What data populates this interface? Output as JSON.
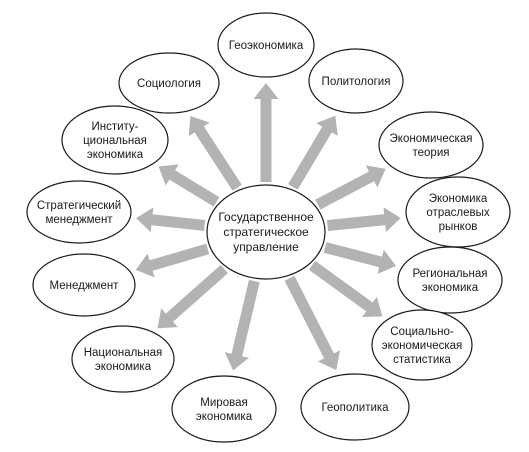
{
  "center": {
    "lines": [
      "Государственное",
      "стратегическое",
      "управление"
    ]
  },
  "nodes": [
    {
      "id": "geoeconomics",
      "lines": [
        "Геоэкономика"
      ]
    },
    {
      "id": "political-science",
      "lines": [
        "Политология"
      ]
    },
    {
      "id": "economic-theory",
      "lines": [
        "Экономическая",
        "теория"
      ]
    },
    {
      "id": "industrial-markets-economics",
      "lines": [
        "Экономика",
        "отраслевых",
        "рынков"
      ]
    },
    {
      "id": "regional-economics",
      "lines": [
        "Региональная",
        "экономика"
      ]
    },
    {
      "id": "socio-economic-statistics",
      "lines": [
        "Социально-",
        "экономическая",
        "статистика"
      ]
    },
    {
      "id": "geopolitics",
      "lines": [
        "Геополитика"
      ]
    },
    {
      "id": "world-economy",
      "lines": [
        "Мировая",
        "экономика"
      ]
    },
    {
      "id": "national-economy",
      "lines": [
        "Национальная",
        "экономика"
      ]
    },
    {
      "id": "management",
      "lines": [
        "Менеджмент"
      ]
    },
    {
      "id": "strategic-management",
      "lines": [
        "Стратегический",
        "менеджмент"
      ]
    },
    {
      "id": "institutional-economics",
      "lines": [
        "Институ-",
        "циональная",
        "экономика"
      ]
    },
    {
      "id": "sociology",
      "lines": [
        "Социология"
      ]
    }
  ],
  "colors": {
    "arrow": "#b3b3b3",
    "stroke": "#1a1a1a",
    "fill": "#ffffff"
  }
}
